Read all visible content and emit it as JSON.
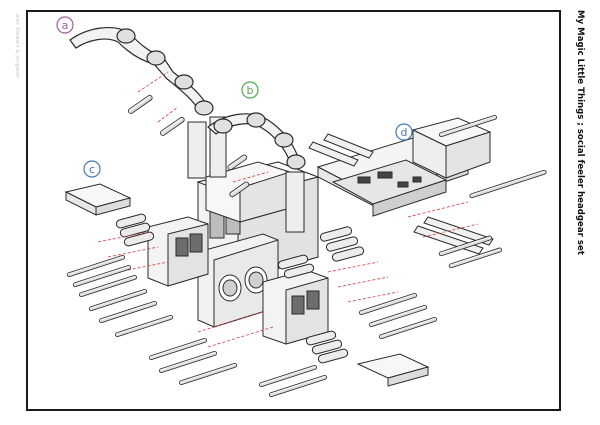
{
  "title": "My Magic Little Things ; social feeler headgear set",
  "credit": "alec Stewart & jongwon",
  "labels": [
    {
      "id": "a",
      "text": "a",
      "color": "#a35c9e"
    },
    {
      "id": "b",
      "text": "b",
      "color": "#4fa84f"
    },
    {
      "id": "c",
      "text": "c",
      "color": "#4a78b8"
    },
    {
      "id": "d",
      "text": "d",
      "color": "#4a78b8"
    }
  ],
  "colors": {
    "line": "#2b2b2b",
    "fill": "#f3f3f3",
    "shade": "#d9d9d9",
    "dark": "#8a8a8a",
    "leader": "#d23b3b",
    "pcb": "#e6e6e6"
  }
}
